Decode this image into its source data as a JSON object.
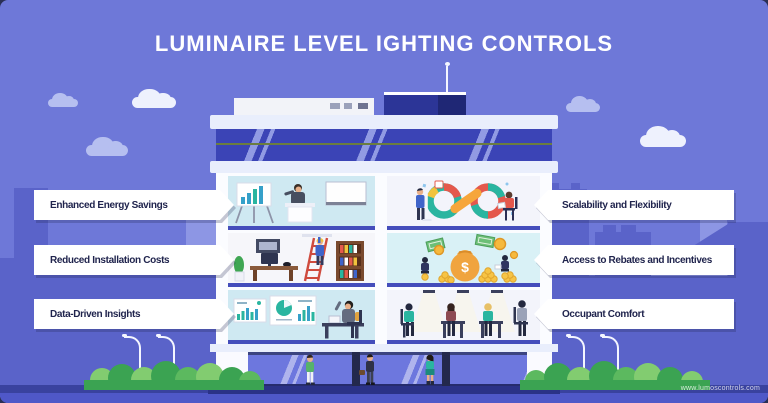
{
  "title": "LUMINAIRE LEVEL IGHTING CONTROLS",
  "watermark": "www.lumoscontrols.com",
  "callouts": {
    "left": [
      {
        "label": "Enhanced Energy Savings"
      },
      {
        "label": "Reduced Installation Costs"
      },
      {
        "label": "Data-Driven Insights"
      }
    ],
    "right": [
      {
        "label": "Scalability and Flexibility"
      },
      {
        "label": "Access to Rebates and Incentives"
      },
      {
        "label": "Occupant Comfort"
      }
    ]
  },
  "building": {
    "floors": [
      {
        "left_scene": "training-presentation-illustration",
        "right_scene": "infinity-scalability-illustration"
      },
      {
        "left_scene": "ladder-installation-office-illustration",
        "right_scene": "money-bag-rebates-illustration"
      },
      {
        "left_scene": "analytics-boards-illustration",
        "right_scene": "seated-occupants-lighting-illustration"
      }
    ]
  },
  "colors": {
    "sky": "#6e78d8",
    "silhouette": "#5a63c9",
    "silhouette_light": "#8d96e4",
    "ground_dark": "#39429f",
    "ground_light": "#4f58c8",
    "glass_band": "#3b44b6",
    "entrance_glass": "#6d77de",
    "label_text": "#20244d",
    "bush_dark": "#3ba352",
    "bush_light": "#82cc70",
    "title_color": "#ffffff"
  }
}
